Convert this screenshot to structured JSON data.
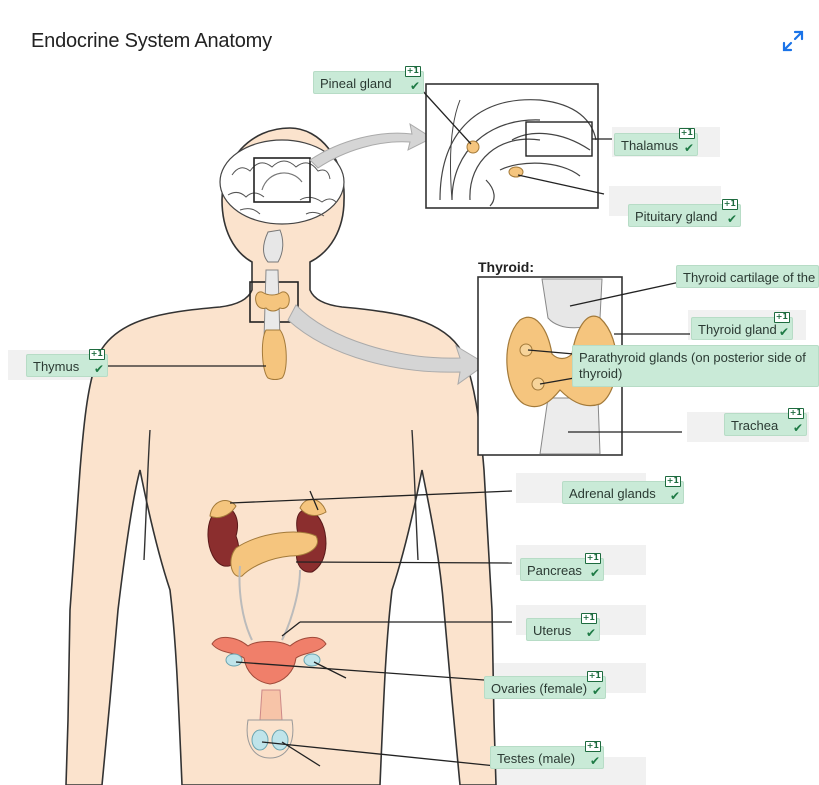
{
  "title": "Endocrine System Anatomy",
  "inset_title": "Thyroid:",
  "labels": {
    "pineal": {
      "text": "Pineal gland",
      "badge": "+1",
      "check": "✔"
    },
    "thalamus": {
      "text": "Thalamus",
      "badge": "+1",
      "check": "✔"
    },
    "pituitary": {
      "text": "Pituitary gland",
      "badge": "+1",
      "check": "✔"
    },
    "thyroid_cartilage": {
      "text": "Thyroid cartilage of the"
    },
    "thyroid_gland": {
      "text": "Thyroid gland",
      "badge": "+1",
      "check": "✔"
    },
    "parathyroid": {
      "text": "Parathyroid glands (on posterior side of thyroid)"
    },
    "trachea": {
      "text": "Trachea",
      "badge": "+1",
      "check": "✔"
    },
    "thymus": {
      "text": "Thymus",
      "badge": "+1",
      "check": "✔"
    },
    "adrenal": {
      "text": "Adrenal glands",
      "badge": "+1",
      "check": "✔"
    },
    "pancreas": {
      "text": "Pancreas",
      "badge": "+1",
      "check": "✔"
    },
    "uterus": {
      "text": "Uterus",
      "badge": "+1",
      "check": "✔"
    },
    "ovaries": {
      "text": "Ovaries (female)",
      "badge": "+1",
      "check": "✔"
    },
    "testes": {
      "text": "Testes (male)",
      "badge": "+1",
      "check": "✔"
    }
  },
  "colors": {
    "skin": "#fbe3cd",
    "outline": "#333333",
    "gland": "#f5c57e",
    "kidney": "#8b2e2e",
    "uterus": "#f07f6a",
    "label_bg": "#c9ead7",
    "check": "#1e7a45",
    "expand_icon": "#1a73e8"
  }
}
